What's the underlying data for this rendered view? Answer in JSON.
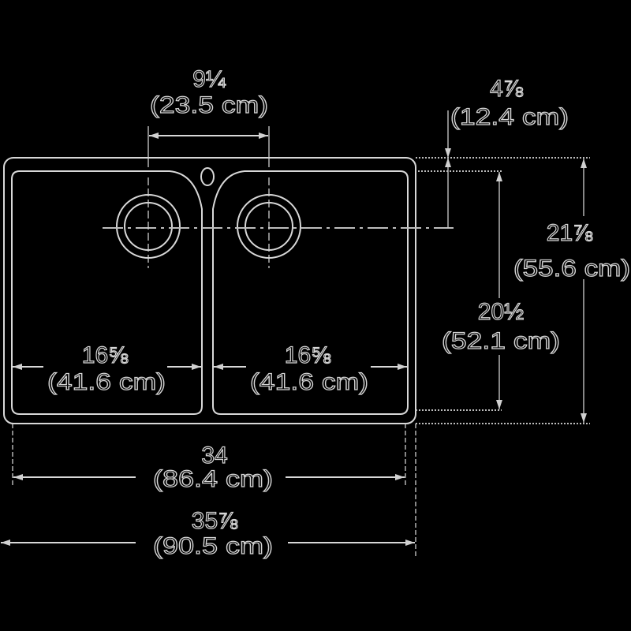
{
  "title": "Double bowl sink dimensions",
  "dimensions": {
    "drain_spacing": {
      "imperial": "9¼",
      "metric": "(23.5 cm)"
    },
    "drain_offset": {
      "imperial": "4⅞",
      "metric": "(12.4 cm)"
    },
    "overall_depth": {
      "imperial": "21⅞",
      "metric": "(55.6 cm)"
    },
    "bowl_depth": {
      "imperial": "20½",
      "metric": "(52.1 cm)"
    },
    "left_bowl_width": {
      "imperial": "16⅝",
      "metric": "(41.6 cm)"
    },
    "right_bowl_width": {
      "imperial": "16⅝",
      "metric": "(41.6 cm)"
    },
    "inner_width": {
      "imperial": "34",
      "metric": "(86.4 cm)"
    },
    "overall_width": {
      "imperial": "35⅞",
      "metric": "(90.5 cm)"
    }
  },
  "colors": {
    "background": "#000000",
    "line": "#d8d8d8"
  }
}
